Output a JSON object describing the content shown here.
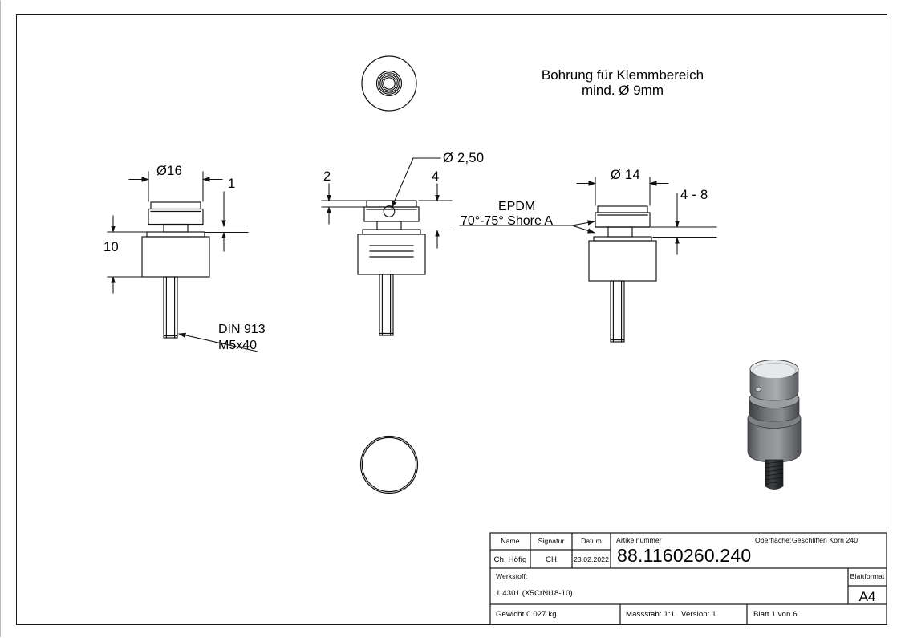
{
  "sheet": {
    "format": "A4",
    "background_color": "#ffffff",
    "line_color": "#1a1a1a"
  },
  "notes": {
    "top_note_line1": "Bohrung für Klemmbereich",
    "top_note_line2": "mind. Ø 9mm",
    "epdm_line1": "EPDM",
    "epdm_line2": "70°-75° Shore A",
    "din_line1": "DIN 913",
    "din_line2": "M5x40"
  },
  "dimensions": {
    "view1_diameter": "Ø16",
    "view1_height": "10",
    "view1_gap": "1",
    "view2_left": "2",
    "view2_right": "4",
    "view2_hole": "Ø 2,50",
    "view3_diameter": "Ø 14",
    "view3_range": "4 - 8"
  },
  "title_block": {
    "headers": {
      "name": "Name",
      "signatur": "Signatur",
      "datum": "Datum",
      "artikelnummer": "Artikelnummer",
      "oberflaeche_label": "Oberfläche:",
      "oberflaeche_value": "Geschliffen Korn 240",
      "werkstoff_label": "Werkstoff:",
      "blattformat": "Blattformat"
    },
    "values": {
      "name": "Ch. Höfig",
      "signatur": "CH",
      "datum": "23.02.2022",
      "artikelnummer": "88.1160260.240",
      "werkstoff": "1.4301 (X5CrNi18-10)",
      "blattformat": "A4",
      "gewicht": "Gewicht 0.027 kg",
      "massstab": "Massstab: 1:1",
      "version": "Version: 1",
      "blatt": "Blatt 1 von 6"
    }
  },
  "render3d": {
    "label": "isometric-part-render",
    "head_color": "#d6d8da",
    "body_color": "#6e7073",
    "thread_color": "#2e2f31"
  }
}
